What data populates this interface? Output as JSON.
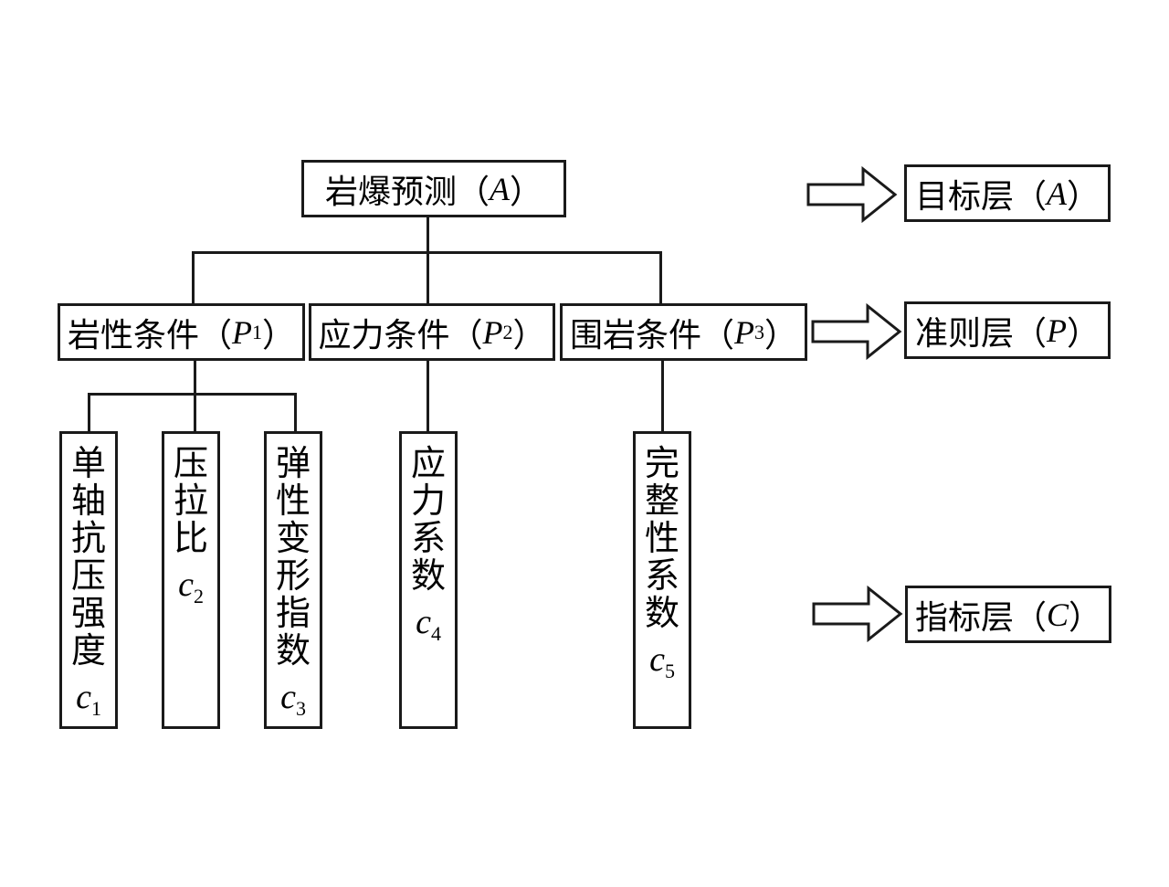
{
  "goal": {
    "text": "岩爆预测（",
    "symbol": "A",
    "close": "）"
  },
  "criteria": [
    {
      "text": "岩性条件（",
      "symbol": "P",
      "sub": "1",
      "close": "）"
    },
    {
      "text": "应力条件（",
      "symbol": "P",
      "sub": "2",
      "close": "）"
    },
    {
      "text": "围岩条件（",
      "symbol": "P",
      "sub": "3",
      "close": "）"
    }
  ],
  "indicators": [
    {
      "chars": [
        "单",
        "轴",
        "抗",
        "压",
        "强",
        "度"
      ],
      "symbol": "c",
      "sub": "1"
    },
    {
      "chars": [
        "压",
        "拉",
        "比"
      ],
      "symbol": "c",
      "sub": "2"
    },
    {
      "chars": [
        "弹",
        "性",
        "变",
        "形",
        "指",
        "数"
      ],
      "symbol": "c",
      "sub": "3"
    },
    {
      "chars": [
        "应",
        "力",
        "系",
        "数"
      ],
      "symbol": "c",
      "sub": "4"
    },
    {
      "chars": [
        "完",
        "整",
        "性",
        "系",
        "数"
      ],
      "symbol": "c",
      "sub": "5"
    }
  ],
  "layers": [
    {
      "text": "目标层（",
      "symbol": "A",
      "close": "）"
    },
    {
      "text": "准则层（",
      "symbol": "P",
      "close": "）"
    },
    {
      "text": "指标层（",
      "symbol": "C",
      "close": "）"
    }
  ],
  "colors": {
    "stroke": "#1a1a1a",
    "background": "#ffffff"
  }
}
